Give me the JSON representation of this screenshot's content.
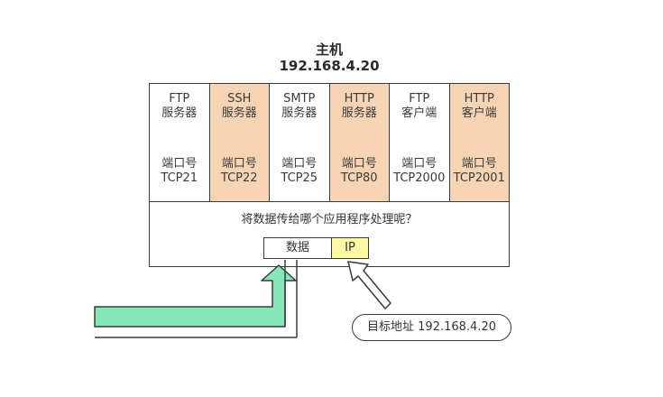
{
  "host": {
    "title": "主机",
    "ip": "192.168.4.20"
  },
  "apps": [
    {
      "name_line1": "FTP",
      "name_line2": "服务器",
      "port_label": "端口号",
      "port": "TCP21",
      "highlight": false
    },
    {
      "name_line1": "SSH",
      "name_line2": "服务器",
      "port_label": "端口号",
      "port": "TCP22",
      "highlight": true
    },
    {
      "name_line1": "SMTP",
      "name_line2": "服务器",
      "port_label": "端口号",
      "port": "TCP25",
      "highlight": false
    },
    {
      "name_line1": "HTTP",
      "name_line2": "服务器",
      "port_label": "端口号",
      "port": "TCP80",
      "highlight": true
    },
    {
      "name_line1": "FTP",
      "name_line2": "客户端",
      "port_label": "端口号",
      "port": "TCP2000",
      "highlight": false
    },
    {
      "name_line1": "HTTP",
      "name_line2": "客户端",
      "port_label": "端口号",
      "port": "TCP2001",
      "highlight": true
    }
  ],
  "question": "将数据传给哪个应用程序处理呢？",
  "packet": {
    "data_label": "数据",
    "ip_label": "IP"
  },
  "destination": "目标地址 192.168.4.20",
  "colors": {
    "highlight": "#f7d4b4",
    "ip_field": "#fcf9a2",
    "arrow_green": "#86e8b8"
  }
}
